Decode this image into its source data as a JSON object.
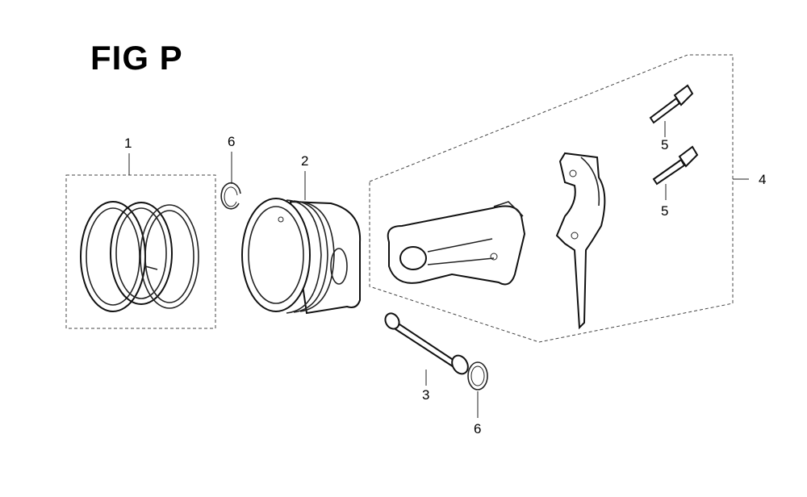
{
  "figure": {
    "title": "FIG P"
  },
  "callouts": {
    "ring_set": "1",
    "piston": "2",
    "piston_pin": "3",
    "rod_assembly": "4",
    "bolt_upper": "5",
    "bolt_lower": "5",
    "clip_upper": "6",
    "clip_lower": "6"
  }
}
